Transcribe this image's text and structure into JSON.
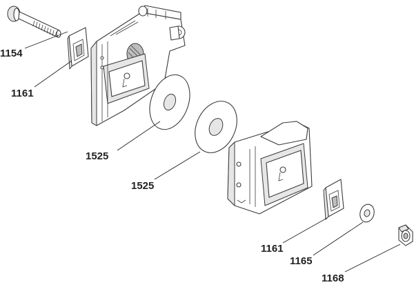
{
  "diagram": {
    "callouts": [
      {
        "id": "1154",
        "label": "1154"
      },
      {
        "id": "1161a",
        "label": "1161"
      },
      {
        "id": "1525a",
        "label": "1525"
      },
      {
        "id": "1525b",
        "label": "1525"
      },
      {
        "id": "1161b",
        "label": "1161"
      },
      {
        "id": "1165",
        "label": "1165"
      },
      {
        "id": "1168",
        "label": "1168"
      }
    ]
  }
}
